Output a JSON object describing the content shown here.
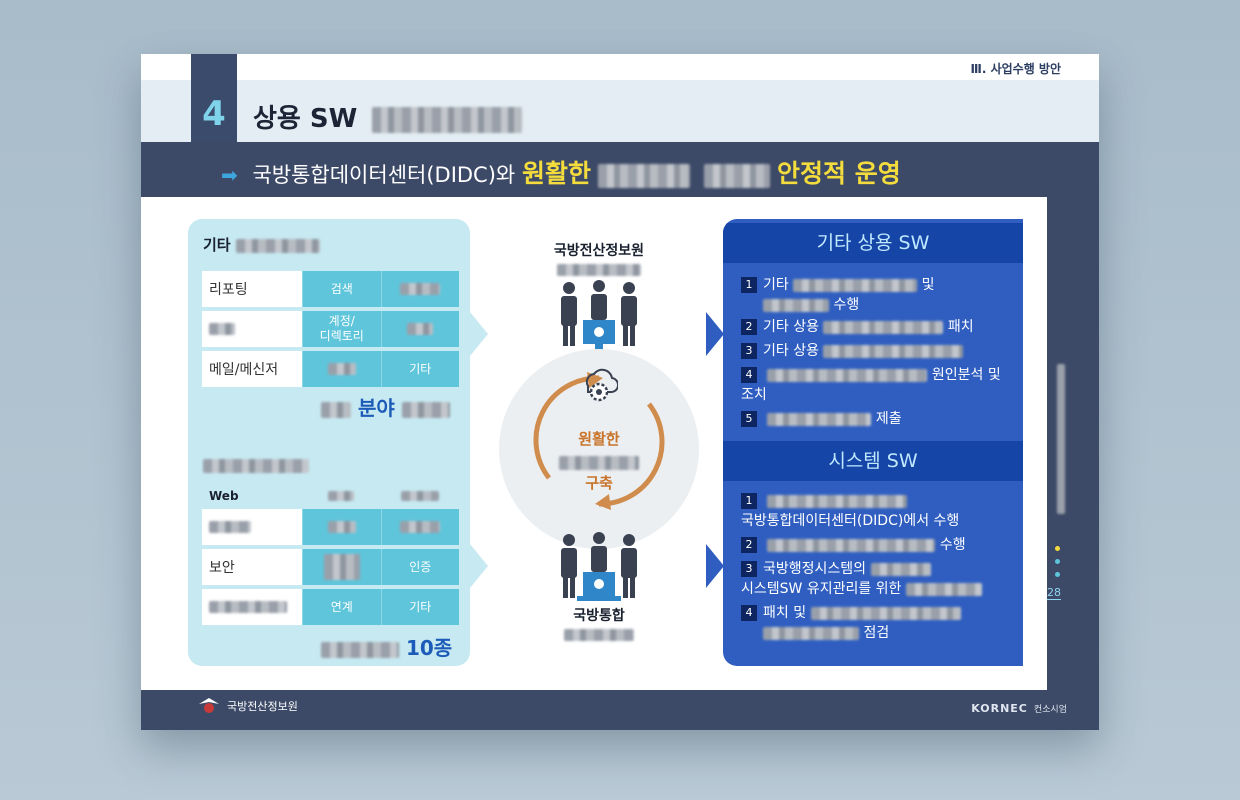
{
  "section": "Ⅲ. 사업수행 방안",
  "title": {
    "number": "4",
    "text": "상용 SW"
  },
  "headline": {
    "prefix": "국방통합데이터센터(DIDC)와",
    "highlight": "원활한",
    "suffix": "안정적 운영"
  },
  "left_top": {
    "heading": "기타",
    "rows": [
      {
        "a": "리포팅",
        "b": "검색",
        "c": ""
      },
      {
        "a": "",
        "b": "계정/\n디렉토리",
        "c": ""
      },
      {
        "a": "메일/메신저",
        "b": "",
        "c": "기타"
      }
    ],
    "summary": "분야"
  },
  "left_bottom": {
    "heading": "",
    "header_a": "Web",
    "rows": [
      {
        "a": "",
        "b": "",
        "c": ""
      },
      {
        "a": "보안",
        "b": "",
        "c": "인증"
      },
      {
        "a": "",
        "b": "연계",
        "c": "기타"
      }
    ],
    "summary": "10종"
  },
  "center": {
    "top_org": "국방전산정보원",
    "cycle_top": "원활한",
    "cycle_bottom": "구축",
    "bottom_org": "국방통합"
  },
  "right_top": {
    "heading": "기타 상용 SW",
    "items": [
      {
        "n": "1",
        "text": "기타",
        "tail": "및",
        "line2": "수행"
      },
      {
        "n": "2",
        "text": "기타 상용",
        "tail": "패치"
      },
      {
        "n": "3",
        "text": "기타 상용",
        "tail": ""
      },
      {
        "n": "4",
        "text": "",
        "tail": "원인분석 및",
        "line2": "조치"
      },
      {
        "n": "5",
        "text": "",
        "tail": "제출"
      }
    ]
  },
  "right_bottom": {
    "heading": "시스템 SW",
    "items": [
      {
        "n": "1",
        "text": "",
        "line2": "국방통합데이터센터(DIDC)에서 수행"
      },
      {
        "n": "2",
        "text": "",
        "tail": "수행"
      },
      {
        "n": "3",
        "text": "국방행정시스템의",
        "line2": "시스템SW 유지관리를 위한"
      },
      {
        "n": "4",
        "text": "패치 및",
        "line2": "점검"
      }
    ]
  },
  "footer": {
    "org": "국방전산정보원",
    "brand": "KORNEC",
    "brand_sub": "컨소시엄",
    "page": "28"
  },
  "colors": {
    "navy": "#3d4a67",
    "accent_yellow": "#f3dc3c",
    "cyan": "#5fc5db",
    "blue": "#2f5ec0"
  }
}
